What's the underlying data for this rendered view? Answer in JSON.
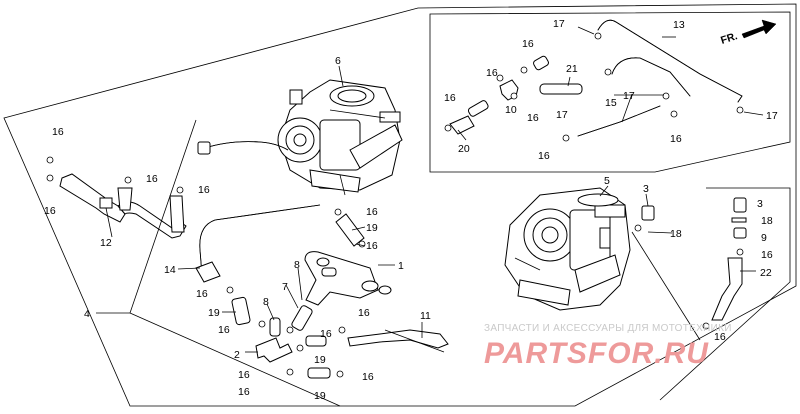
{
  "direction_label": "FR.",
  "part_labels": {
    "p1": "1",
    "p2": "2",
    "p3": "3",
    "p4": "4",
    "p5": "5",
    "p6": "6",
    "p7": "7",
    "p8": "8",
    "p9": "9",
    "p10": "10",
    "p11": "11",
    "p12": "12",
    "p13": "13",
    "p14": "14",
    "p15": "15",
    "p16": "16",
    "p17": "17",
    "p18": "18",
    "p19": "19",
    "p20": "20",
    "p21": "21",
    "p22": "22"
  },
  "watermark": {
    "text": "ЗАПЧАСТИ И АКСЕССУАРЫ ДЛЯ МОТОТЕХНИКИ",
    "logo": "PARTSFOR.RU"
  }
}
